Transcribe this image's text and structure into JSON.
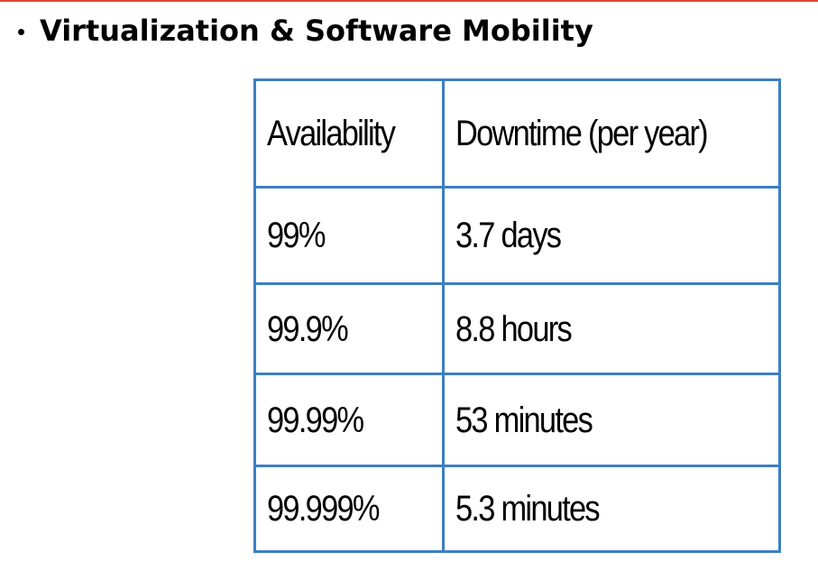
{
  "slide": {
    "heading": "Virtualization & Software Mobility",
    "accent_color": "#e0453b"
  },
  "table": {
    "border_color": "#3d7ec2",
    "headers": [
      "Availability",
      "Downtime (per year)"
    ],
    "rows": [
      [
        "99%",
        "3.7 days"
      ],
      [
        "99.9%",
        "8.8 hours"
      ],
      [
        "99.99%",
        "53 minutes"
      ],
      [
        "99.999%",
        "5.3 minutes"
      ]
    ]
  }
}
